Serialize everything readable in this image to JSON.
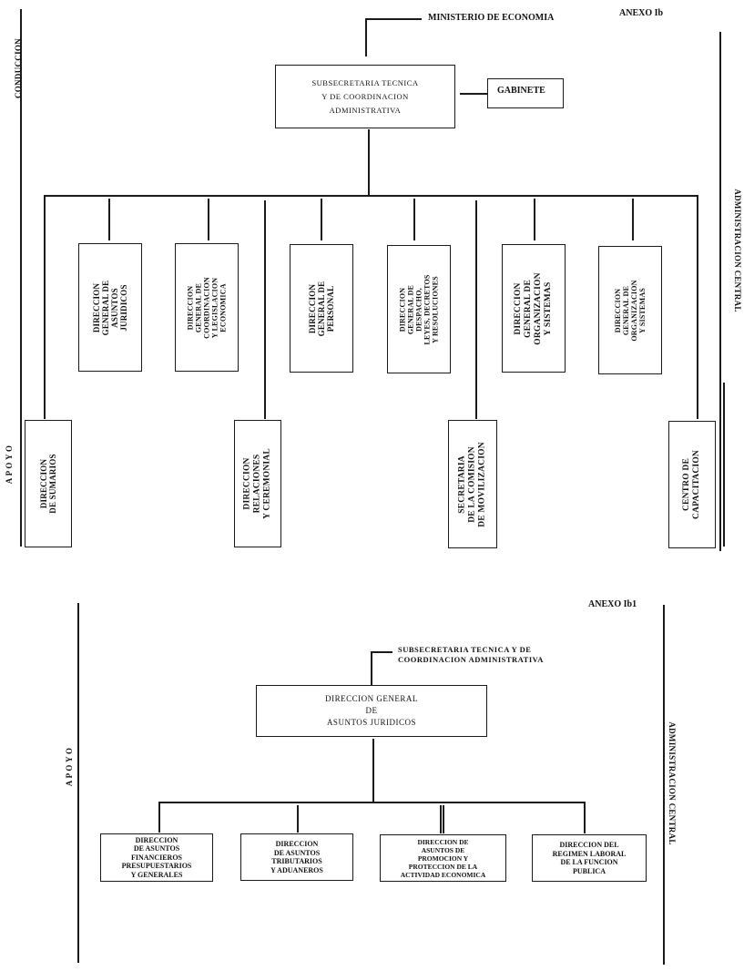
{
  "chart1": {
    "annex": "ANEXO Ib",
    "parent": "MINISTERIO DE ECONOMIA",
    "head": "SUBSECRETARIA TECNICA\nY DE COORDINACION\nADMINISTRATIVA",
    "staff": "GABINETE",
    "left_band": "CONDUCCION",
    "left_band_support": "A P O Y O",
    "right_band": "ADMINISTRACION CENTRAL",
    "directorates": [
      "DIRECCION\nGENERAL DE\nASUNTOS\nJURIDICOS",
      "DIRECCION\nGENERAL DE\nCOORDINACION\nY LEGISLACION\nECONOMICA",
      "DIRECCION\nGENERAL DE\nPERSONAL",
      "DIRECCION\nGENERAL DE\nDESPACHO,\nLEYES, DECRETOS\nY RESOLUCIONES",
      "DIRECCION\nGENERAL DE\nORGANIZACION\nY SISTEMAS",
      "DIRECCION\nGENERAL DE\nORGANIZACION\nY SISTEMAS"
    ],
    "support_units": [
      "DIRECCION\nDE SUMARIOS",
      "DIRECCION\nRELACIONES\nY CEREMONIAL",
      "SECRETARIA\nDE LA COMISION\nDE MOVILIZACION",
      "CENTRO DE\nCAPACITACION"
    ]
  },
  "chart2": {
    "annex": "ANEXO Ib1",
    "parent": "SUBSECRETARIA TECNICA Y DE\nCOORDINACION ADMINISTRATIVA",
    "head": "DIRECCION GENERAL\nDE\nASUNTOS JURIDICOS",
    "left_band": "A P O Y O",
    "right_band": "ADMINISTRACION CENTRAL",
    "units": [
      "DIRECCION\nDE ASUNTOS\nFINANCIEROS\nPRESUPUESTARIOS\nY GENERALES",
      "DIRECCION\nDE ASUNTOS\nTRIBUTARIOS\nY ADUANEROS",
      "DIRECCION DE\nASUNTOS DE\nPROMOCION Y\nPROTECCION DE LA\nACTIVIDAD ECONOMICA",
      "DIRECCION DEL\nREGIMEN LABORAL\nDE LA FUNCION\nPUBLICA"
    ]
  }
}
